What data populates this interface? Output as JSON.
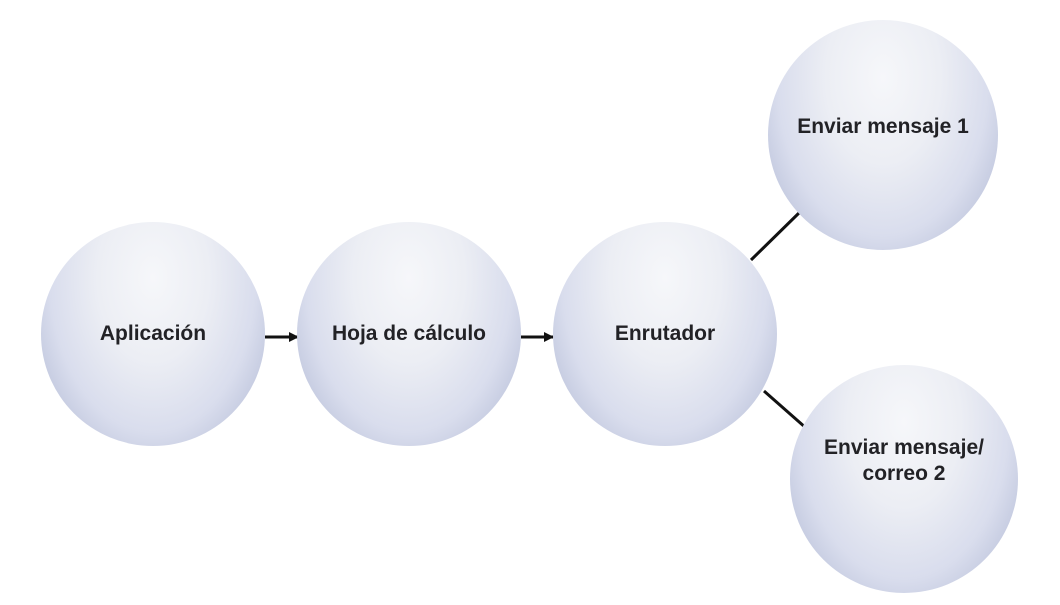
{
  "nodes": {
    "app": {
      "label": "Aplicación"
    },
    "sheet": {
      "label": "Hoja de cálculo"
    },
    "router": {
      "label": "Enrutador"
    },
    "msg1": {
      "label": "Enviar mensaje 1"
    },
    "msg2": {
      "label": "Enviar mensaje/\ncorreo 2"
    }
  },
  "edges": [
    {
      "from": "app",
      "to": "sheet",
      "style": "arrow"
    },
    {
      "from": "sheet",
      "to": "router",
      "style": "arrow"
    },
    {
      "from": "router",
      "to": "msg1",
      "style": "line"
    },
    {
      "from": "router",
      "to": "msg2",
      "style": "line"
    }
  ],
  "colors": {
    "node_light": "#f6f7fa",
    "node_dark": "#a9b2cf",
    "text": "#222226",
    "connector": "#111111"
  }
}
